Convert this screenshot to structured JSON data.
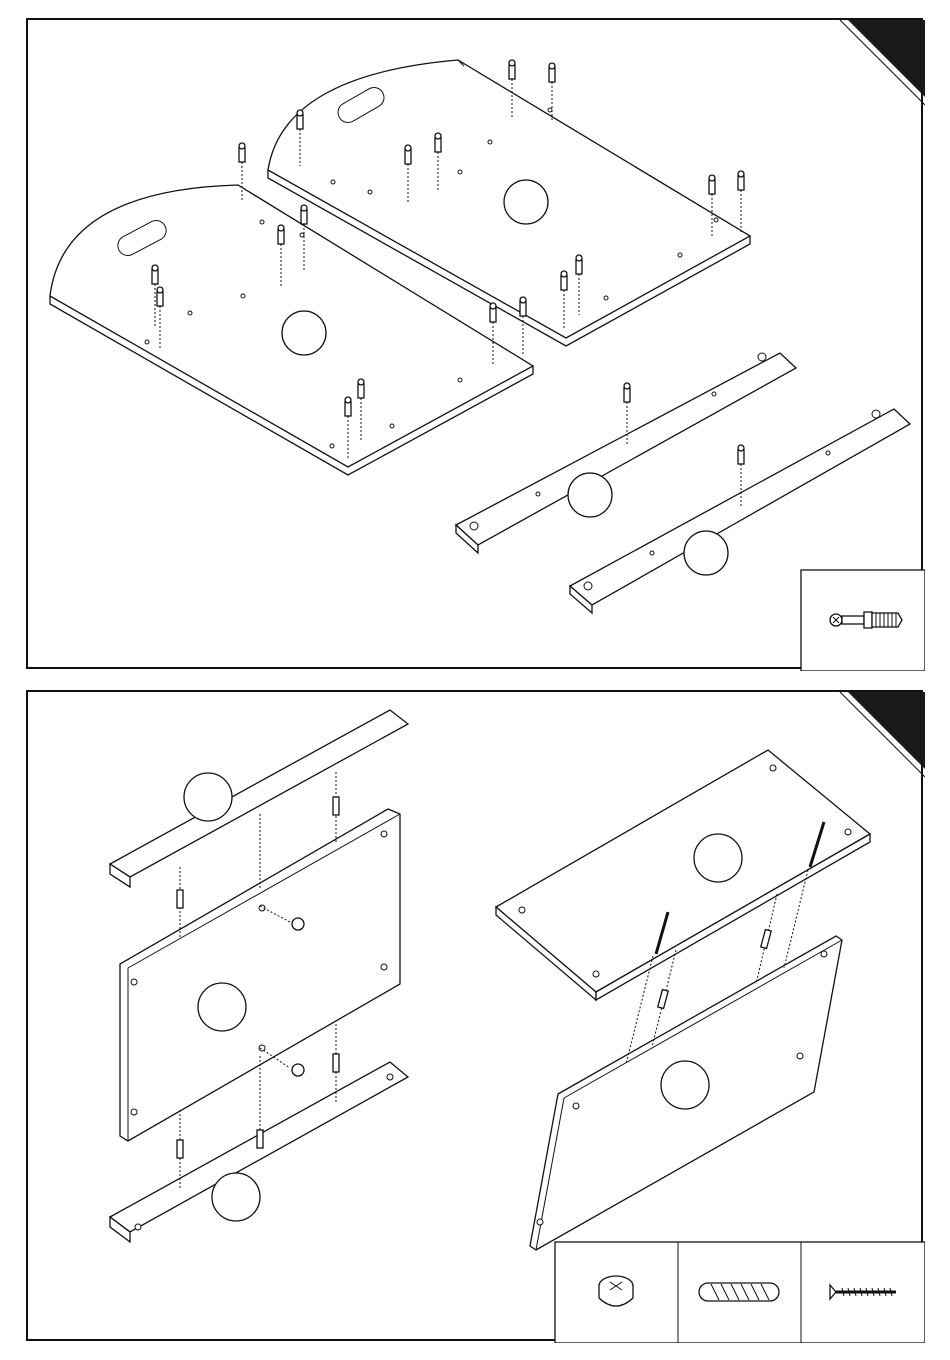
{
  "sheet": {
    "step_markers": [
      {
        "id": "step-1",
        "color": "#1a1a1a"
      },
      {
        "id": "step-2",
        "color": "#1a1a1a"
      }
    ],
    "part_callouts_top": [
      "part-circle-a",
      "part-circle-b",
      "part-circle-c",
      "part-circle-d"
    ],
    "part_callouts_bottom": [
      "part-circle-e",
      "part-circle-f",
      "part-circle-g",
      "part-circle-h",
      "part-circle-i"
    ],
    "hardware_top": [
      {
        "icon": "cam-bolt-icon"
      }
    ],
    "hardware_bottom": [
      {
        "icon": "cam-lock-icon"
      },
      {
        "icon": "wood-dowel-icon"
      },
      {
        "icon": "wood-screw-icon"
      }
    ]
  }
}
